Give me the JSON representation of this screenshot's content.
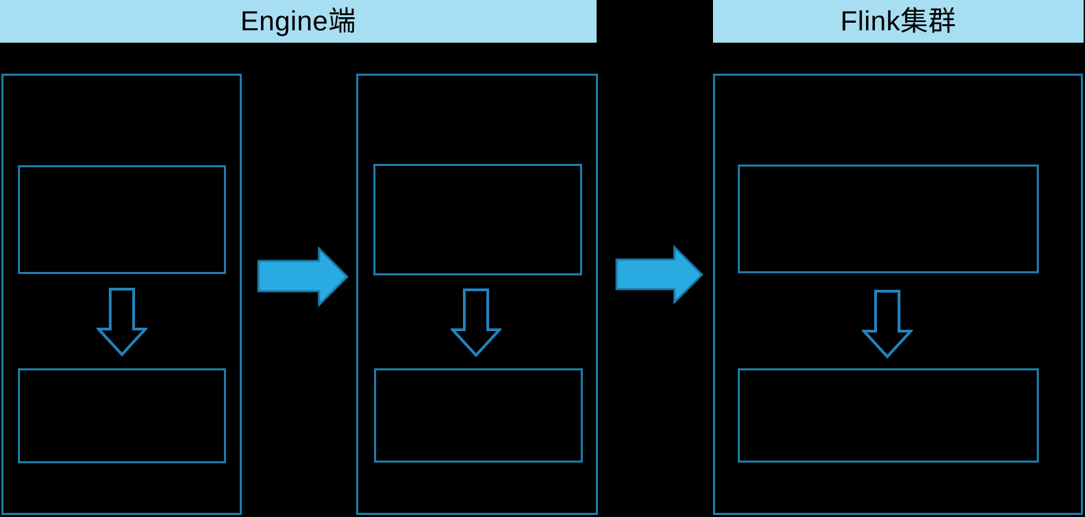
{
  "diagram": {
    "headers": [
      {
        "label": "Engine端"
      },
      {
        "label": "Flink集群"
      }
    ],
    "stages": [
      {
        "name": "engine-stage-1",
        "top_box_label": "",
        "bottom_box_label": "",
        "connector_icon": "block-arrow-down"
      },
      {
        "name": "engine-stage-2",
        "top_box_label": "",
        "bottom_box_label": "",
        "connector_icon": "block-arrow-down"
      },
      {
        "name": "flink-cluster-stage",
        "top_box_label": "",
        "bottom_box_label": "",
        "connector_icon": "block-arrow-down"
      }
    ],
    "flow_arrows": [
      {
        "name": "engine-stage-1-to-stage-2",
        "icon": "block-arrow-right"
      },
      {
        "name": "engine-stage-2-to-flink-cluster",
        "icon": "block-arrow-right"
      }
    ],
    "colors": {
      "background": "#000000",
      "header_fill": "#A7DEF2",
      "header_text": "#000000",
      "box_outline": "#1E7DA8",
      "down_arrow_outline": "#2383BC",
      "flow_arrow_fill": "#29ABE2",
      "flow_arrow_outline": "#1A79A8"
    }
  }
}
